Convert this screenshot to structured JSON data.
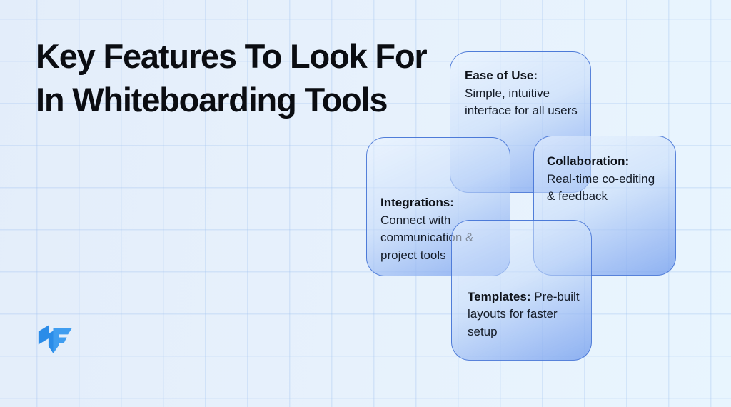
{
  "page": {
    "title_line1": "Key Features To Look For",
    "title_line2": "In Whiteboarding Tools"
  },
  "cards": [
    {
      "id": "ease-of-use",
      "label": "Ease of Use:",
      "description": "Simple, intuitive interface for all users"
    },
    {
      "id": "collaboration",
      "label": "Collaboration:",
      "description": "Real-time co-editing & feedback"
    },
    {
      "id": "integrations",
      "label": "Integrations:",
      "description": "Connect with communication & project tools"
    },
    {
      "id": "templates",
      "label": "Templates:",
      "description": "Pre-built layouts for faster setup"
    }
  ],
  "logo": {
    "name": "mf-brand-logo"
  },
  "colors": {
    "background_left": "#e3edfa",
    "background_right": "#e8f5fe",
    "grid_line": "#a4c4f0",
    "card_border": "#3e6ed4",
    "card_fill_light": "#eef6ff",
    "card_fill_dark": "#7aa2ee",
    "title_text": "#0b0d12",
    "card_text": "#151c28",
    "logo_blue": "#2b8ce8",
    "logo_blue_light": "#3f9df0"
  }
}
